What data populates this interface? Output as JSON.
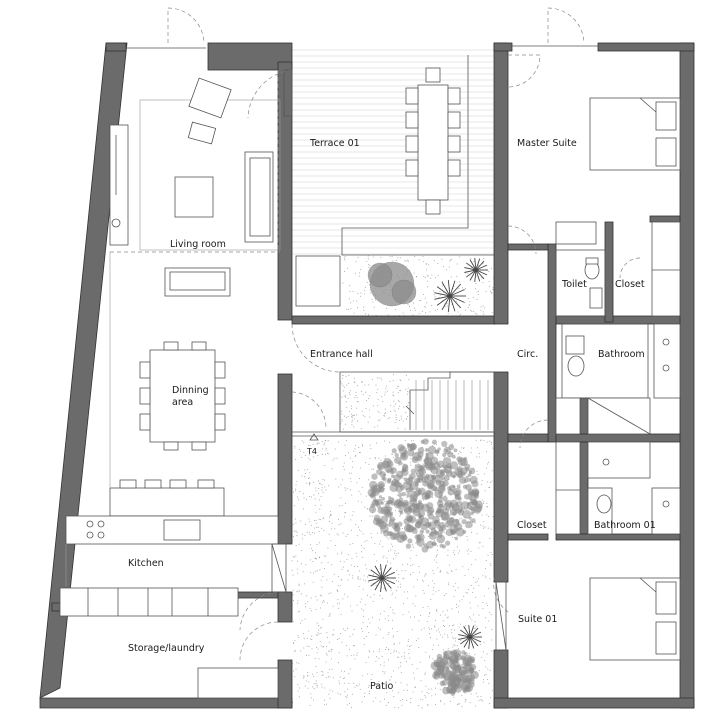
{
  "rooms": {
    "terrace": "Terrace 01",
    "master_suite": "Master Suite",
    "living_room": "Living room",
    "toilet": "Toilet",
    "closet_top": "Closet",
    "entrance_hall": "Entrance hall",
    "circ": "Circ.",
    "bathroom": "Bathroom",
    "dining_line1": "Dinning",
    "dining_line2": "area",
    "section_marker": "T4",
    "closet_bottom": "Closet",
    "bathroom_01": "Bathroom 01",
    "kitchen": "Kitchen",
    "suite_01": "Suite 01",
    "storage": "Storage/laundry",
    "patio": "Patio"
  },
  "colors": {
    "wall": "#6b6b6b",
    "line": "#555555"
  }
}
